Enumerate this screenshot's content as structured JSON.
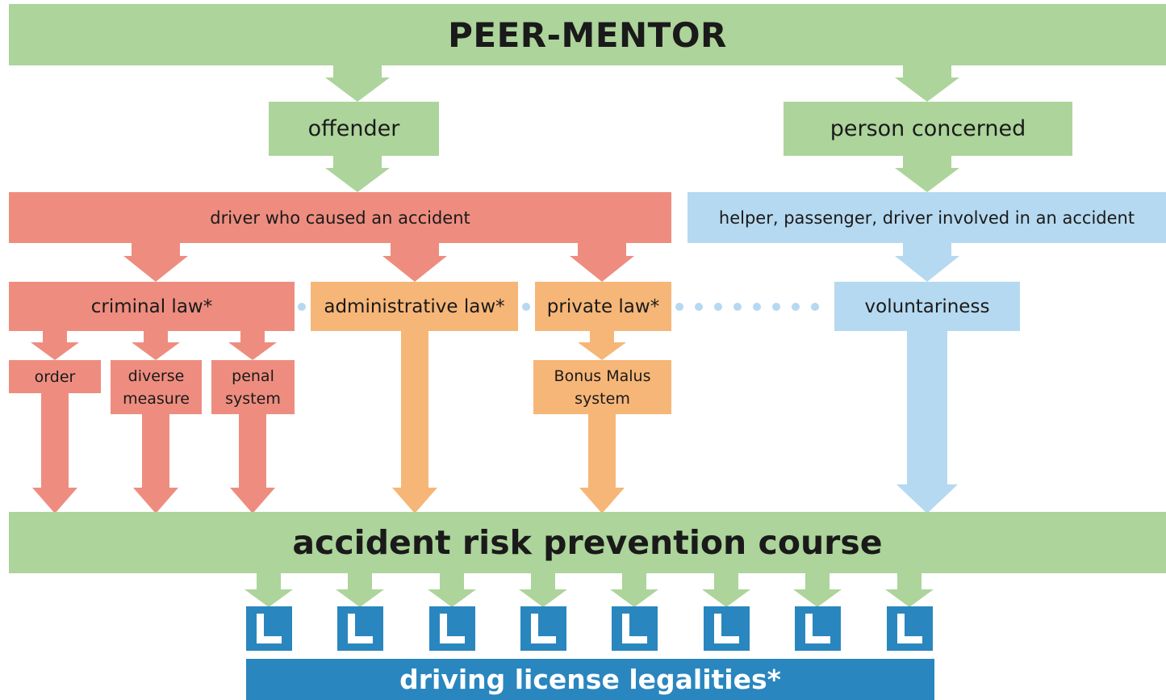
{
  "top": {
    "title": "PEER-MENTOR"
  },
  "offender": {
    "label": "offender"
  },
  "person_concerned": {
    "label": "person concerned"
  },
  "driver_caused": {
    "label": "driver who caused an accident"
  },
  "helper": {
    "label": "helper, passenger, driver involved in an accident"
  },
  "criminal_law": {
    "label": "criminal law*"
  },
  "administrative_law": {
    "label": "administrative law*"
  },
  "private_law": {
    "label": "private law*"
  },
  "voluntariness": {
    "label": "voluntariness"
  },
  "order": {
    "label": "order"
  },
  "diverse_measure": {
    "line1": "diverse",
    "line2": "measure"
  },
  "penal_system": {
    "line1": "penal",
    "line2": "system"
  },
  "bonus_malus": {
    "line1": "Bonus Malus",
    "line2": "system"
  },
  "course": {
    "title": "accident risk prevention course"
  },
  "license_badges": {
    "letters": [
      "L",
      "L",
      "L",
      "L",
      "L",
      "L",
      "L",
      "L"
    ]
  },
  "footer": {
    "title": "driving license legalities*"
  },
  "colors": {
    "green": "#acd49b",
    "red": "#ee8d7f",
    "orange": "#f6b678",
    "light_blue": "#b5d9f0",
    "dark_blue": "#2a86be"
  }
}
